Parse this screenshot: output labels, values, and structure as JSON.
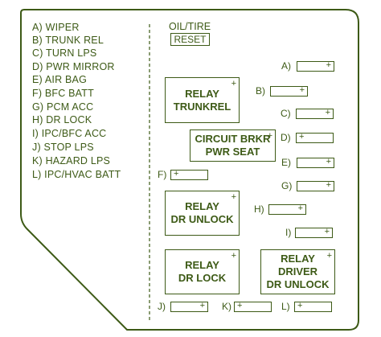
{
  "legend": [
    "A) WIPER",
    "B) TRUNK REL",
    "C) TURN LPS",
    "D) PWR MIRROR",
    "E) AIR BAG",
    "F) BFC BATT",
    "G) PCM ACC",
    "H) DR LOCK",
    "I) IPC/BFC ACC",
    "J) STOP LPS",
    "K) HAZARD LPS",
    "L) IPC/HVAC BATT"
  ],
  "header": {
    "line1": "OIL/TIRE",
    "reset": "RESET"
  },
  "relays": {
    "trunkrel": {
      "line1": "RELAY",
      "line2": "TRUNKREL",
      "plus": "+"
    },
    "circuit": {
      "line1": "CIRCUIT BRKR",
      "line2": "PWR SEAT",
      "plus": "+"
    },
    "dr_unlock": {
      "line1": "RELAY",
      "line2": "DR UNLOCK",
      "plus": "+"
    },
    "dr_lock": {
      "line1": "RELAY",
      "line2": "DR LOCK",
      "plus": "+"
    },
    "driver_unlock": {
      "line1": "RELAY",
      "line2": "DRIVER",
      "line3": "DR UNLOCK",
      "plus": "+"
    }
  },
  "fuses": {
    "A": {
      "label": "A)",
      "plus": "+"
    },
    "B": {
      "label": "B)",
      "plus": "+"
    },
    "C": {
      "label": "C)",
      "plus": "+"
    },
    "D": {
      "label": "D)",
      "plus": "+"
    },
    "E": {
      "label": "E)",
      "plus": "+"
    },
    "F": {
      "label": "F)",
      "plus": "+"
    },
    "G": {
      "label": "G)",
      "plus": "+"
    },
    "H": {
      "label": "H)",
      "plus": "+"
    },
    "I": {
      "label": "I)",
      "plus": "+"
    },
    "J": {
      "label": "J)",
      "plus": "+"
    },
    "K": {
      "label": "K)",
      "plus": "+"
    },
    "L": {
      "label": "L)",
      "plus": "+"
    }
  },
  "colors": {
    "line": "#3d5a16",
    "background": "#ffffff"
  }
}
